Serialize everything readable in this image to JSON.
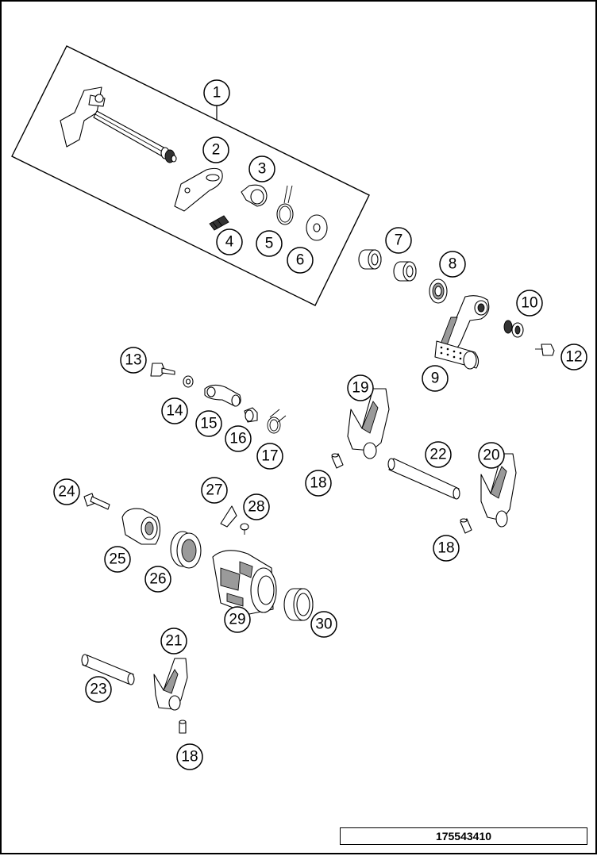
{
  "diagram": {
    "id_number": "175543410",
    "callouts": [
      "1",
      "2",
      "3",
      "4",
      "5",
      "6",
      "7",
      "8",
      "9",
      "10",
      "12",
      "13",
      "14",
      "15",
      "16",
      "17",
      "18",
      "19",
      "20",
      "21",
      "22",
      "23",
      "24",
      "25",
      "26",
      "27",
      "28",
      "29",
      "30"
    ]
  }
}
